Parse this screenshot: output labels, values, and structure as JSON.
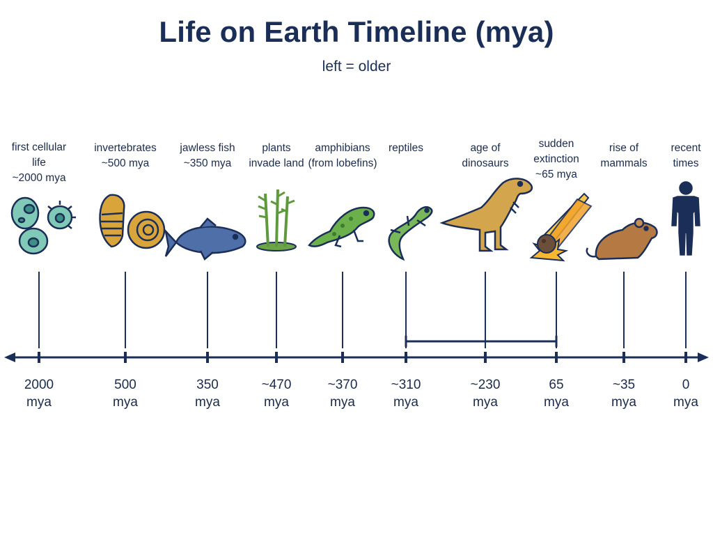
{
  "title": "Life on Earth Timeline (mya)",
  "subtitle": "left = older",
  "colors": {
    "ink": "#1b2e57",
    "cell": "#7fc9b6",
    "invert": "#d9a53a",
    "fish": "#4f6fa8",
    "plant": "#5e9a3d",
    "amphibian": "#6bb04a",
    "reptile": "#78b85a",
    "dino": "#d3a54c",
    "meteor": "#f2a22a",
    "mammal": "#b57a43",
    "human": "#1b2e57"
  },
  "events": [
    {
      "label": "first cellular\nlife\n~2000 mya",
      "date": "2000\nmya",
      "icon": "cells-icon"
    },
    {
      "label": "invertebrates\n~500 mya",
      "date": "500\nmya",
      "icon": "trilobite-ammonite-icon"
    },
    {
      "label": "jawless fish\n~350 mya",
      "date": "350\nmya",
      "icon": "fish-icon"
    },
    {
      "label": "plants\ninvade land",
      "date": "~470\nmya",
      "icon": "plant-icon"
    },
    {
      "label": "amphibians\n(from lobefins)",
      "date": "~370\nmya",
      "icon": "amphibian-icon"
    },
    {
      "label": "reptiles",
      "date": "~310\nmya",
      "icon": "lizard-icon"
    },
    {
      "label": "age of\ndinosaurs",
      "date": "~230\nmya",
      "icon": "dinosaur-icon"
    },
    {
      "label": "sudden\nextinction\n~65 mya",
      "date": "65\nmya",
      "icon": "meteor-icon"
    },
    {
      "label": "rise of\nmammals",
      "date": "~35\nmya",
      "icon": "mammal-icon"
    },
    {
      "label": "recent\ntimes",
      "date": "0\nmya",
      "icon": "human-icon"
    }
  ]
}
